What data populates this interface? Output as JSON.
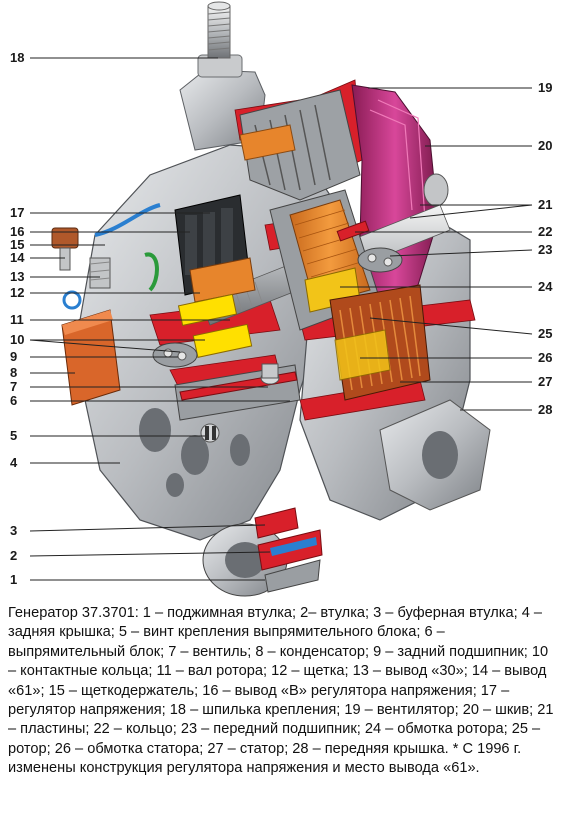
{
  "callouts": [
    "18",
    "19",
    "20",
    "21",
    "17",
    "16",
    "15",
    "14",
    "22",
    "23",
    "13",
    "12",
    "24",
    "11",
    "25",
    "10",
    "9",
    "26",
    "8",
    "27",
    "7",
    "6",
    "28",
    "5",
    "4",
    "3",
    "2",
    "1"
  ],
  "caption": "Генератор 37.3701: 1 – поджимная втулка; 2– втулка; 3 – буферная втулка; 4 – задняя крышка; 5 – винт крепления выпрямительного блока; 6 – выпрямительный блок; 7 – вентиль; 8 – конденсатор; 9 – задний подшипник; 10 – контактные кольца; 11 – вал ротора; 12 – щетка; 13 – вывод «30»; 14 – вывод «61»; 15 – щеткодержатель; 16 – вывод «В» регулятора напряжения; 17 – регулятор напряжения; 18 – шпилька крепления; 19 – вентилятор; 20 – шкив; 21 – пластины; 22 – кольцо; 23 – передний подшипник; 24 – обмотка ротора; 25 – ротор; 26 – обмотка статора; 27 – статор; 28 – передняя крышка. * С 1996 г. изменены конструкция регулятора напряжения и место вывода «61».",
  "colors": {
    "housing": "#b9bcc0",
    "housing_dark": "#7d8186",
    "cutaway_red": "#d8202a",
    "winding_orange": "#e7852c",
    "winding_yellow": "#f2c418",
    "brush_yellow": "#ffe000",
    "pulley_pink": "#c02a78",
    "capacitor_orange": "#d9662a",
    "wire_blue": "#2a7fd0",
    "wire_green": "#2a9a3a"
  }
}
